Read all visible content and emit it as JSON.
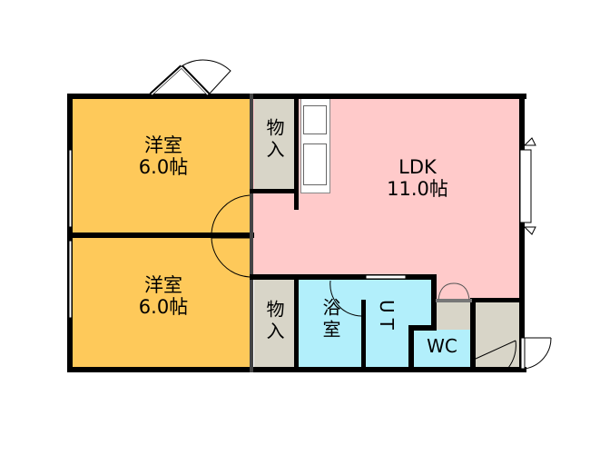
{
  "rooms": {
    "western_room_1": {
      "name": "洋室",
      "size": "6.0帖"
    },
    "western_room_2": {
      "name": "洋室",
      "size": "6.0帖"
    },
    "closet_1": {
      "name": "物入"
    },
    "closet_2": {
      "name": "物入"
    },
    "ldk": {
      "name": "LDK",
      "size": "11.0帖"
    },
    "bath": {
      "name": "浴室"
    },
    "utility": {
      "name": "UT"
    },
    "toilet": {
      "name": "WC"
    }
  },
  "colors": {
    "western": "#fec95a",
    "ldk": "#ffcaca",
    "wet": "#b2effb",
    "storage": "#d8d5c8",
    "wall": "#000000"
  }
}
